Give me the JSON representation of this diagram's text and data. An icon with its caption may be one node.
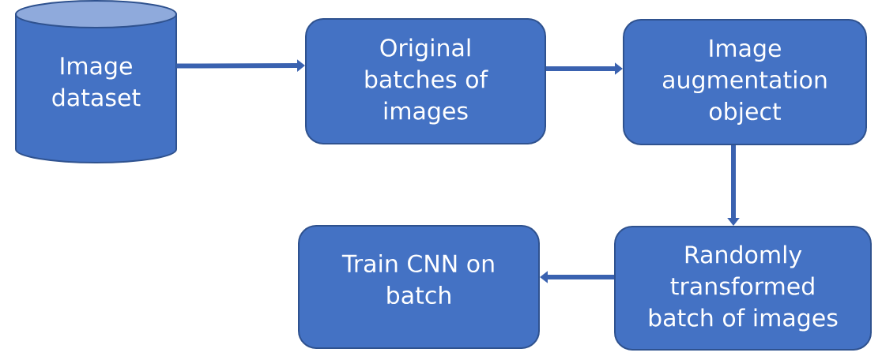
{
  "diagram": {
    "nodes": [
      {
        "text": [
          "Image dataset"
        ]
      },
      {
        "text": [
          "Original batches of images"
        ]
      },
      {
        "text": [
          "Image augmentation object"
        ]
      },
      {
        "text": [
          "Randomly transformed batch of images"
        ]
      },
      {
        "text": [
          "Train CNN on batch"
        ]
      }
    ],
    "edges": [
      {
        "from": 0,
        "to": 1,
        "arrow": "to"
      },
      {
        "from": 1,
        "to": 2,
        "arrow": "to"
      },
      {
        "from": 2,
        "to": 3,
        "arrow": "to"
      },
      {
        "from": 3,
        "to": 4,
        "arrow": "to"
      }
    ]
  }
}
